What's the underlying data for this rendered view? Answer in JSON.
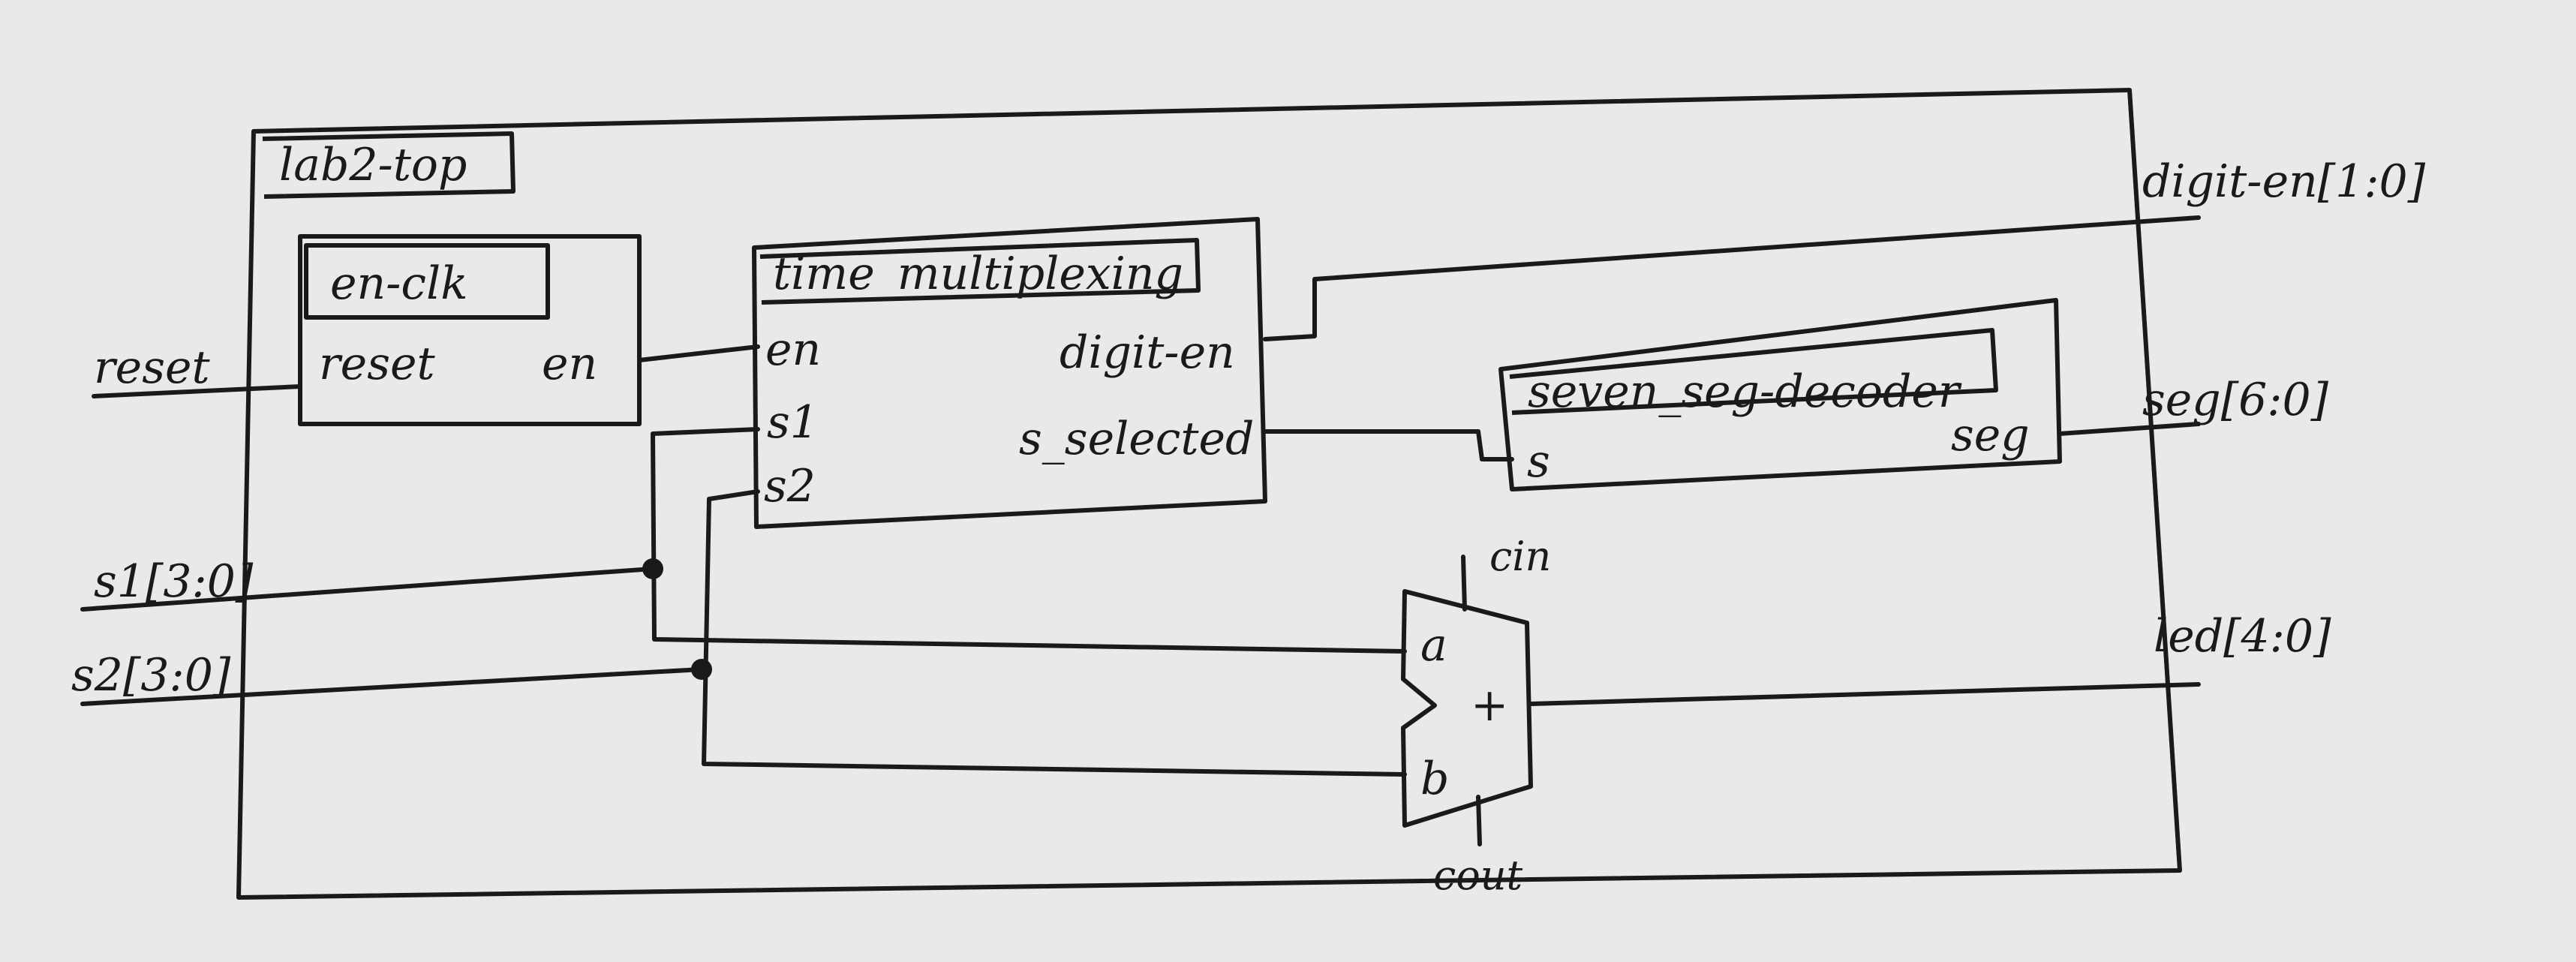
{
  "colors": {
    "paper": "#e9e9e7",
    "ink": "#1a1a1a"
  },
  "top_module": {
    "name": "lab2-top"
  },
  "inputs": {
    "reset": "reset",
    "s1": "s1[3:0]",
    "s2": "s2[3:0]"
  },
  "outputs": {
    "digit_en": "digit-en[1:0]",
    "seg": "seg[6:0]",
    "led": "led[4:0]"
  },
  "en_clk": {
    "name": "en-clk",
    "port_reset": "reset",
    "port_en": "en"
  },
  "time_multiplexing": {
    "name": "time_multiplexing",
    "port_en": "en",
    "port_s1": "s1",
    "port_s2": "s2",
    "port_digit_en": "digit-en",
    "port_s_selected": "s_selected"
  },
  "seven_seg_decoder": {
    "name": "seven_seg-decoder",
    "port_s": "s",
    "port_seg": "seg"
  },
  "adder": {
    "port_a": "a",
    "port_b": "b",
    "symbol": "+",
    "cin": "cin",
    "cout": "cout"
  }
}
